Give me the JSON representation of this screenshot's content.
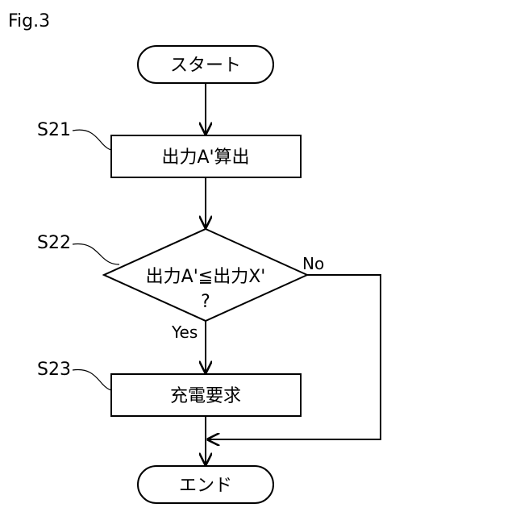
{
  "figure": {
    "label": "Fig.3"
  },
  "steps": {
    "s21": "S21",
    "s22": "S22",
    "s23": "S23"
  },
  "nodes": {
    "start": "スタート",
    "calc": "出力A'算出",
    "decision_line1": "出力A'≦出力X'",
    "decision_line2": "?",
    "charge": "充電要求",
    "end": "エンド"
  },
  "branches": {
    "yes": "Yes",
    "no": "No"
  }
}
